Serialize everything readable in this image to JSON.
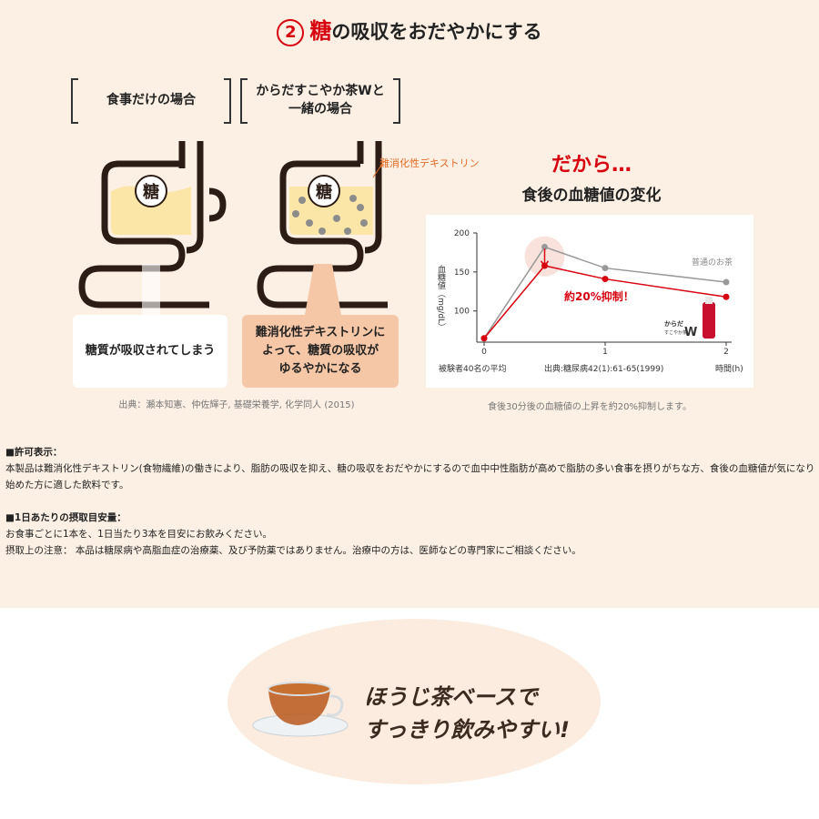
{
  "heading": {
    "number": "2",
    "keyword": "糖",
    "rest": "の吸収をおだやかにする"
  },
  "comparison": {
    "left_label": "食事だけの場合",
    "right_label_line1": "からだすこやか茶Wと",
    "right_label_line2": "一緒の場合",
    "sugar_char": "糖",
    "dextrin_label": "難消化性デキストリン",
    "left_result": "糖質が吸収されてしまう",
    "right_result_line1": "難消化性デキストリンに",
    "right_result_line2": "よって、糖質の吸収が",
    "right_result_line3": "ゆるやかになる",
    "source": "出典：瀬本知憲、仲佐輝子, 基礎栄養学, 化学同人 (2015)"
  },
  "chart_section": {
    "dakara": "だから…",
    "subtitle": "食後の血糖値の変化",
    "caption": "食後30分後の血糖値の上昇を約20%抑制します。",
    "product_brand": "からだ",
    "product_brand2": "すこやか茶",
    "product_w": "W"
  },
  "chart_data": {
    "type": "line",
    "ylabel": "血糖値（mg/dL）",
    "xlabel": "時間(h)",
    "xticks": [
      "0",
      "1",
      "2"
    ],
    "yticks": [
      "100",
      "150",
      "200"
    ],
    "ylim": [
      60,
      200
    ],
    "xlim": [
      0,
      2
    ],
    "note_left": "被験者40名の平均",
    "note_source": "出典:糖尿病42(1):61-65(1999)",
    "annotation": "約20%抑制！",
    "series": [
      {
        "name": "普通のお茶",
        "color": "#999999",
        "x": [
          0,
          0.5,
          1,
          2
        ],
        "y": [
          65,
          182,
          155,
          137
        ]
      },
      {
        "name": "",
        "color": "#d7000f",
        "x": [
          0,
          0.5,
          1,
          2
        ],
        "y": [
          65,
          158,
          141,
          118
        ]
      }
    ]
  },
  "notes": {
    "permit_title": "■許可表示：",
    "permit_text": "本製品は難消化性デキストリン(食物繊維)の働きにより、脂肪の吸収を抑え、糖の吸収をおだやかにするので血中中性脂肪が高めで脂肪の多い食事を摂りがちな方、食後の血糖値が気になり始めた方に適した飲料です。",
    "intake_title": "■1日あたりの摂取目安量：",
    "intake_text": "お食事ごとに1本を、1日当たり3本を目安にお飲みください。",
    "caution_text": "摂取上の注意： 本品は糖尿病や高脂血症の治療薬、及び予防薬ではありません。治療中の方は、医師などの専門家にご相談ください。"
  },
  "tagline": {
    "line1": "ほうじ茶ベースで",
    "line2": "すっきり飲みやすい!"
  },
  "colors": {
    "accent": "#d7000f",
    "background": "#fcf0e4",
    "orange": "#e46a23"
  }
}
